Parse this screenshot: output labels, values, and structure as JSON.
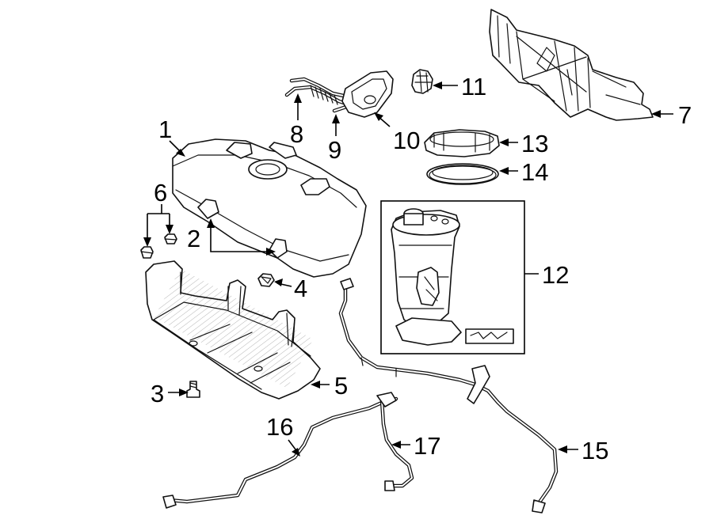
{
  "callouts": {
    "c1": "1",
    "c2": "2",
    "c3": "3",
    "c4": "4",
    "c5": "5",
    "c6": "6",
    "c7": "7",
    "c8": "8",
    "c9": "9",
    "c10": "10",
    "c11": "11",
    "c12": "12",
    "c13": "13",
    "c14": "14",
    "c15": "15",
    "c16": "16",
    "c17": "17"
  },
  "colors": {
    "line": "#111111",
    "background": "#ffffff",
    "shade": "#cfcfcf"
  }
}
